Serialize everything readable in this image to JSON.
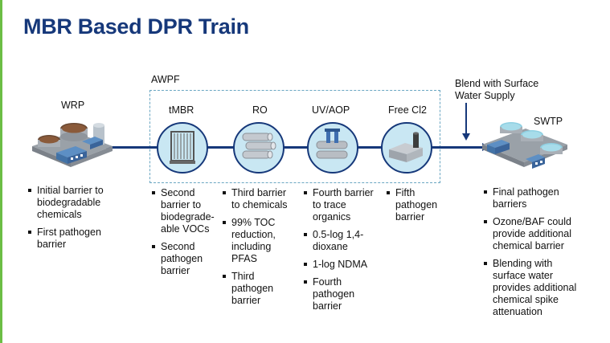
{
  "title": "MBR Based DPR Train",
  "awpf_label": "AWPF",
  "blend_label": [
    "Blend with Surface",
    "Water Supply"
  ],
  "stages": [
    {
      "id": "wrp",
      "label": "WRP",
      "bullets": [
        [
          "Initial barrier to",
          "biodegradable",
          "chemicals"
        ],
        [
          "First pathogen",
          "barrier"
        ]
      ]
    },
    {
      "id": "tmbr",
      "label": "tMBR",
      "bullets": [
        [
          "Second",
          "barrier to",
          "biodegrade-",
          "able VOCs"
        ],
        [
          "Second",
          "pathogen",
          "barrier"
        ]
      ]
    },
    {
      "id": "ro",
      "label": "RO",
      "bullets": [
        [
          "Third barrier",
          "to chemicals"
        ],
        [
          "99% TOC",
          "reduction,",
          "including",
          "PFAS"
        ],
        [
          "Third",
          "pathogen",
          "barrier"
        ]
      ]
    },
    {
      "id": "uvaop",
      "label": "UV/AOP",
      "bullets": [
        [
          "Fourth barrier",
          "to trace",
          "organics"
        ],
        [
          "0.5-log 1,4-",
          "dioxane"
        ],
        [
          "1-log NDMA"
        ],
        [
          "Fourth",
          "pathogen",
          "barrier"
        ]
      ]
    },
    {
      "id": "freecl2",
      "label": "Free Cl2",
      "bullets": [
        [
          "Fifth",
          "pathogen",
          "barrier"
        ]
      ]
    },
    {
      "id": "swtp",
      "label": "SWTP",
      "bullets": [
        [
          "Final pathogen",
          "barriers"
        ],
        [
          "Ozone/BAF could",
          "provide additional",
          "chemical barrier"
        ],
        [
          "Blending with",
          "surface water",
          "provides additional",
          "chemical spike",
          "attenuation"
        ]
      ]
    }
  ],
  "icons": {
    "wrp": "wastewater-plant-icon",
    "tmbr": "membrane-module-icon",
    "ro": "reverse-osmosis-vessels-icon",
    "uvaop": "uv-reactor-icon",
    "freecl2": "chlorine-tank-icon",
    "swtp": "surface-water-plant-icon"
  },
  "colors": {
    "title": "#16387a",
    "pipe": "#16387a",
    "circle_fill": "#c9e7f3",
    "accent_rule": "#6cbe45",
    "box_border": "#6aa6c2"
  }
}
